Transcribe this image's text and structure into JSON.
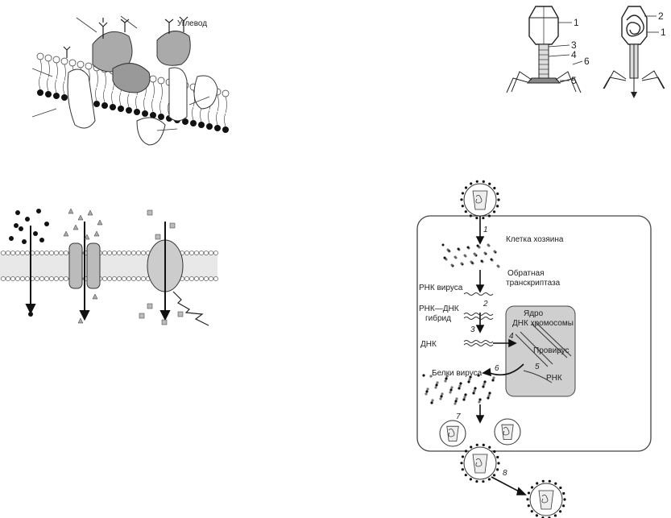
{
  "membrane": {
    "carbohydrate_label": "Углевод"
  },
  "phage": {
    "labels_left": [
      "1",
      "3",
      "4",
      "6",
      "5"
    ],
    "labels_right": [
      "2",
      "1"
    ]
  },
  "virus_cycle": {
    "host_cell": "Клетка хозяина",
    "rna_virus": "РНК вируса",
    "reverse_transcriptase_1": "Обратная",
    "reverse_transcriptase_2": "транскриптаза",
    "hybrid_1": "РНК—ДНК",
    "hybrid_2": "гибрид",
    "dna": "ДНК",
    "nucleus_1": "Ядро",
    "nucleus_2": "ДНК хромосомы",
    "provirus": "Провирус",
    "rna": "РНК",
    "virus_proteins": "Белки вируса",
    "steps": [
      "1",
      "2",
      "3",
      "4",
      "5",
      "6",
      "7",
      "8"
    ]
  }
}
